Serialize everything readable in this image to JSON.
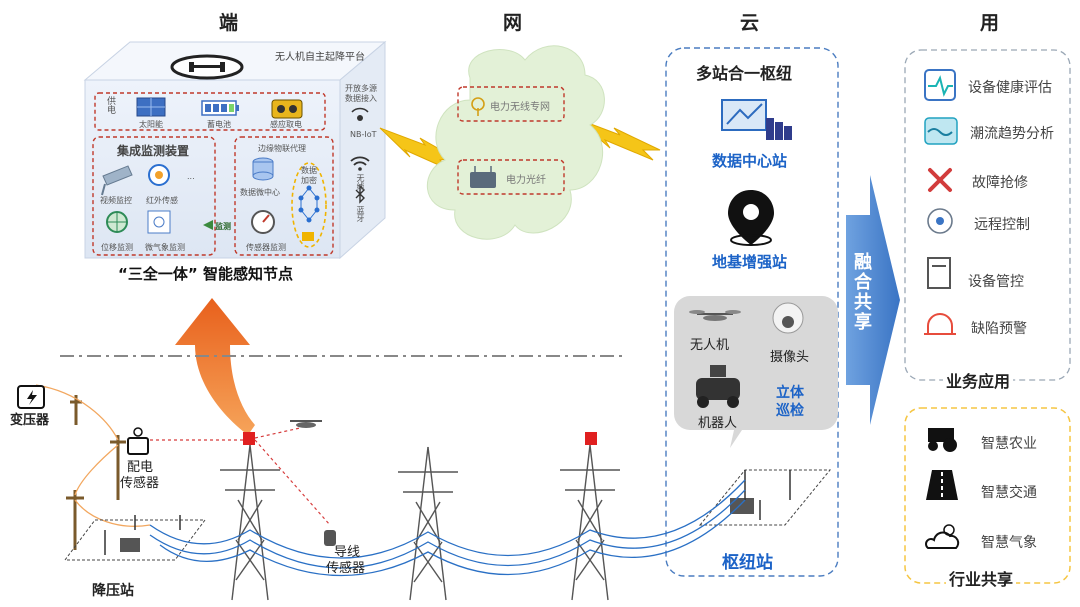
{
  "headers": {
    "end": "端",
    "net": "网",
    "cloud": "云",
    "use": "用"
  },
  "node_box": {
    "platform_label": "无人机自主起降平台",
    "power_label": "供电",
    "solar": "太阳能",
    "battery": "蓄电池",
    "induction": "感应取电",
    "integrated_title": "集成监测装置",
    "video": "视频监控",
    "infrared": "红外传感",
    "ellipsis": "...",
    "displacement": "位移监测",
    "micro_weather": "微气象监测",
    "monitor_tag": "监测",
    "edge_title": "边缘物联代理",
    "data_center": "数据微中心",
    "sensor_monitor": "传感器监测",
    "encrypt": "数据加密",
    "open_access": "开放多源数据接入",
    "nbiot": "NB-IoT",
    "wireless": "无线",
    "bluetooth": "蓝牙",
    "caption": "“三全一体” 智能感知节点"
  },
  "network": {
    "wireless_private": "电力无线专网",
    "fiber": "电力光纤"
  },
  "cloud": {
    "hub_title": "多站合一枢纽",
    "data_center_station": "数据中心站",
    "ground_station": "地基增强站",
    "drone": "无人机",
    "camera": "摄像头",
    "robot": "机器人",
    "patrol": "立体巡检",
    "hub_station": "枢纽站"
  },
  "fusion": "融合共享",
  "apps": {
    "title": "业务应用",
    "items": [
      "设备健康评估",
      "潮流趋势分析",
      "故障抢修",
      "远程控制",
      "设备管控",
      "缺陷预警"
    ]
  },
  "industry": {
    "title": "行业共享",
    "items": [
      "智慧农业",
      "智慧交通",
      "智慧气象"
    ]
  },
  "field": {
    "transformer": "变压器",
    "distribution_sensor_1": "配电",
    "distribution_sensor_2": "传感器",
    "step_down": "降压站",
    "wire_sensor_1": "导线",
    "wire_sensor_2": "传感器"
  },
  "colors": {
    "accent_blue": "#1c63c7",
    "arrow_orange": "#f07a2a",
    "arrow_blue": "#4a86d0",
    "dashed_red": "#c0392b",
    "bolt_yellow": "#f5c518",
    "cloud_green": "#e3f1d7",
    "industry_yellow": "#f5c542"
  }
}
